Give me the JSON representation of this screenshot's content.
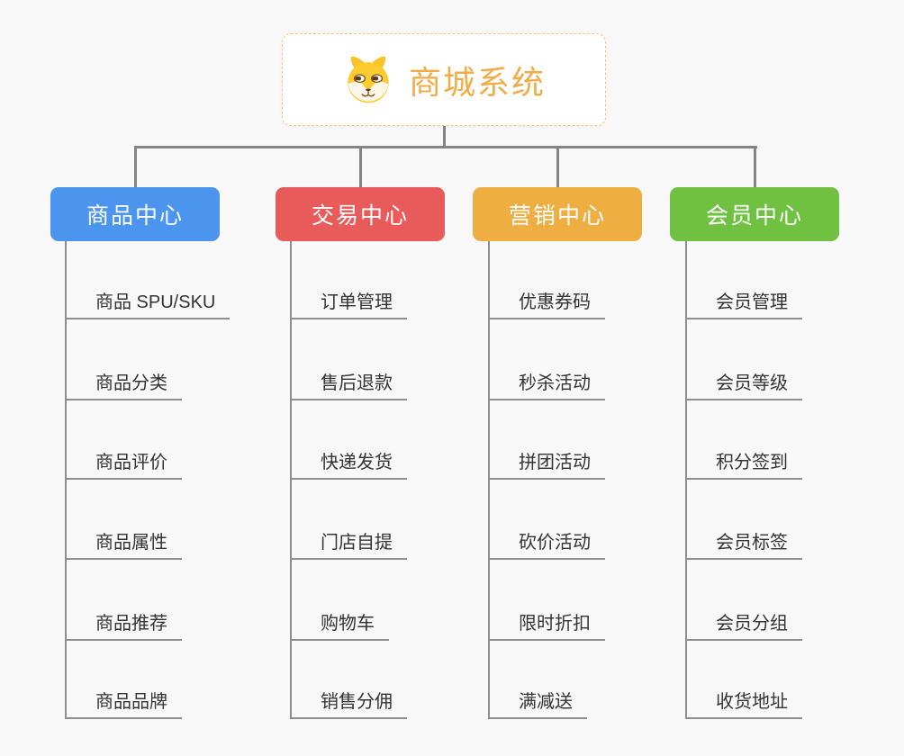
{
  "root": {
    "title": "商城系统",
    "icon": "shiba-dog-icon"
  },
  "branches": [
    {
      "label": "商品中心",
      "color": "#4c95ee",
      "items": [
        "商品 SPU/SKU",
        "商品分类",
        "商品评价",
        "商品属性",
        "商品推荐",
        "商品品牌"
      ]
    },
    {
      "label": "交易中心",
      "color": "#e95b5b",
      "items": [
        "订单管理",
        "售后退款",
        "快递发货",
        "门店自提",
        "购物车",
        "销售分佣"
      ]
    },
    {
      "label": "营销中心",
      "color": "#efae42",
      "items": [
        "优惠券码",
        "秒杀活动",
        "拼团活动",
        "砍价活动",
        "限时折扣",
        "满减送"
      ]
    },
    {
      "label": "会员中心",
      "color": "#70c142",
      "items": [
        "会员管理",
        "会员等级",
        "积分签到",
        "会员标签",
        "会员分组",
        "收货地址"
      ]
    }
  ],
  "colors": {
    "background": "#f8f8f8",
    "connector": "#848484",
    "underline": "#8e8e8e",
    "root_border": "#f6c87e",
    "root_title": "#f1ac49",
    "leaf_text": "#333333"
  }
}
